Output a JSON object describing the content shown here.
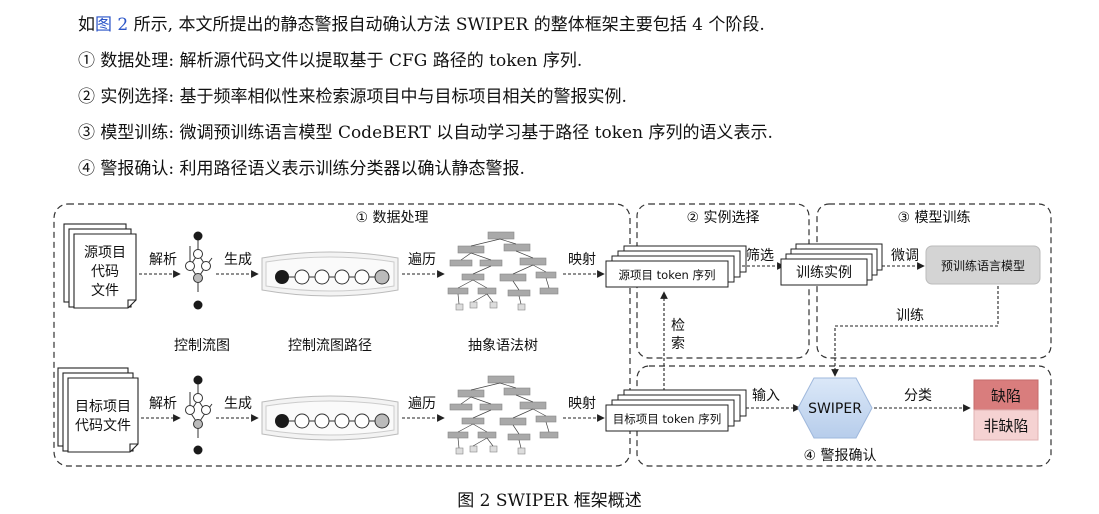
{
  "intro": {
    "prefix": "如",
    "figure_ref": "图 2",
    "suffix": " 所示, 本文所提出的静态警报自动确认方法 SWIPER 的整体框架主要包括 4 个阶段."
  },
  "stages_text": [
    "① 数据处理: 解析源代码文件以提取基于 CFG 路径的 token 序列.",
    "② 实例选择: 基于频率相似性来检索源项目中与目标项目相关的警报实例.",
    "③ 模型训练: 微调预训练语言模型 CodeBERT 以自动学习基于路径 token 序列的语义表示.",
    "④ 警报确认: 利用路径语义表示训练分类器以确认静态警报."
  ],
  "diagram": {
    "regions": {
      "data_processing": "①  数据处理",
      "instance_selection": "②  实例选择",
      "model_training": "③  模型训练",
      "alert_confirmation": "④  警报确认"
    },
    "source_file": [
      "源项目",
      "代码",
      "文件"
    ],
    "target_file": [
      "目标项目",
      "代码文件"
    ],
    "edges": {
      "parse": "解析",
      "generate": "生成",
      "traverse": "遍历",
      "map": "映射",
      "filter": "筛选",
      "finetune": "微调",
      "train": "训练",
      "retrieve": [
        "检",
        "索"
      ],
      "input": "输入",
      "classify": "分类"
    },
    "stage_captions": {
      "cfg": "控制流图",
      "cfg_path": "控制流图路径",
      "ast": "抽象语法树"
    },
    "source_token_seq": "源项目 token 序列",
    "target_token_seq": "目标项目 token 序列",
    "train_instances": "训练实例",
    "pretrained_model": "预训练语言模型",
    "swiper": "SWIPER",
    "outputs": {
      "defect": "缺陷",
      "non_defect": "非缺陷"
    },
    "colors": {
      "defect_fill": "#d97d7d",
      "non_defect_fill": "#f5d2d2",
      "swiper_fill": "#c9dcf3",
      "model_fill": "#d4d4d4",
      "node_dark": "#1a1a1a",
      "node_gray": "#bbbbbb"
    }
  },
  "figure_caption": "图 2    SWIPER 框架概述"
}
